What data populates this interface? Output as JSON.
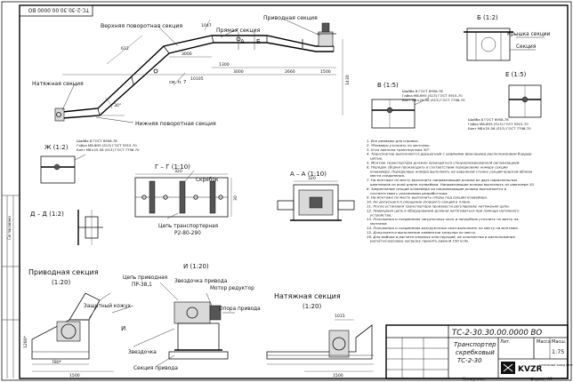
{
  "stamp_top": "ТС-2-30.30.00.0000 ВО",
  "labels": {
    "upper_turn": "Верхняя поворотная секция",
    "drive_section": "Приводная секция",
    "straight_section": "Прямая секция",
    "tension_section": "Натяжная секция",
    "lower_turn": "Нижняя поворотная секция",
    "see_p7": "см. п. 7"
  },
  "dims_main": {
    "d1300": "1300",
    "d3000a": "3000",
    "d3000b": "3000",
    "d2660": "2660",
    "d1500": "1500",
    "d10105": "10105",
    "d1430": "1430",
    "d612": "612",
    "d1047": "1047",
    "angle30": "30°"
  },
  "view_b": {
    "title": "Б (1:2)",
    "cover": "Крышка секции",
    "section": "Секция"
  },
  "view_v": {
    "title": "В (1:5)",
    "fasteners": [
      "Шайба 8 ГОСТ 6958-78",
      "Гайка М8-6Н5 (S13) ГОСТ 5915-70",
      "Болт М8×25.58 (S13) ГОСТ 7798-70"
    ]
  },
  "view_e": {
    "title": "Е (1:5)",
    "fasteners": [
      "Шайба 8 ГОСТ 6958-78",
      "Гайка М8-6Н5 (S13) ГОСТ 5915-70",
      "Болт М8×25.58 (S13) ГОСТ 7798-70"
    ]
  },
  "view_zh": {
    "title": "Ж (1:2)",
    "fasteners": [
      "Шайба 8 ГОСТ 6958-78",
      "Гайка М8-6Н5 (S13) ГОСТ 5915-70",
      "Болт М8×25.58 (S13) ГОСТ 7798-70"
    ]
  },
  "view_dd": {
    "title": "Д – Д (1:2)"
  },
  "view_gg": {
    "title": "Г – Г (1:10)",
    "scraper": "Скребок",
    "chain": "Цепь транспортерная",
    "chain_spec": "Р2-80-290",
    "d320": "320",
    "d30": "30"
  },
  "view_aa": {
    "title": "А – А (1:10)",
    "d320": "320"
  },
  "notes": [
    "1. Все размеры для справок.",
    "2. *Размеры уточнить по монтажу.",
    "3. Угол наклона транспортера 30°.",
    "4. Транспортер выполняется двушагным с крайними (Боковыми) расположением бордюр цепью.",
    "5. Монтаж транспортёра должен проводиться специализированной организацией.",
    "6. Порядок сборки производить в соответствии порядковому номеру секции конвейера. Порядковые номера выполнить на наружной стенке секций краской вблизи места соединения.",
    "7. На монтаже по месту выполнить направляющие ролики из двух параллельных швеллеров по всей длине конвейера. Направляющие ролики выполнить из швеллера 10.",
    "8. Закрепление секций конвейера на направляющие ролики выполняется в соответствии с указаниями разработчика.",
    "9. На монтаже по месту выполнить опоры под секции конвейера.",
    "10. Не допускается смещение (поворот) секций в плане.",
    "11. После установки транспортёра произвести регулировку натяжения цепи.",
    "12. Приводная цепь в оборудовании должна натягиваться при помощи натяжного устройства.",
    "13. Положения и соединения загрузочных окон и патрубков уточнить по месту на монтаже.",
    "14. Положения и соединения разгрузочных окон выполнить по месту на монтаже.",
    "15. Допускается выполнение элементов загрузки по месту.",
    "16. Для выбора и расчета опорных конструкций, их количества и расположения расчётно-весовую нагрузку принять равной 150 кг/м."
  ],
  "drive_detail": {
    "title": "Приводная секция",
    "scale": "(1:20)",
    "chain_drive": "Цепь приводная",
    "chain_spec": "ПР-38,1",
    "sprocket_drive": "Звездочка привода",
    "protective_cover": "Защитный кожух",
    "motor": "Мотор редуктор",
    "support": "Опора привода",
    "sprocket": "Звездочка",
    "drive_section": "Секция привода",
    "view_i": "И (1:20)",
    "i_label": "И",
    "d780": "780*",
    "d1500": "1500",
    "d1280": "1280*"
  },
  "tension_detail": {
    "title": "Натяжная секция",
    "scale": "(1:20)",
    "d1015": "1015",
    "d1500": "1500"
  },
  "title_block": {
    "code": "ТС-2-30.30.00.0000 ВО",
    "name1": "Транспортер",
    "name2": "скребковый",
    "name3": "ТС-2-30",
    "scale": "1:75",
    "company": "KVZR",
    "company_sub": "КОТЕЛЬНЫЙ ЗАВОД КВЗР",
    "format": "Формат А2",
    "copied": "Копировал"
  },
  "side_label": "Согласовано"
}
